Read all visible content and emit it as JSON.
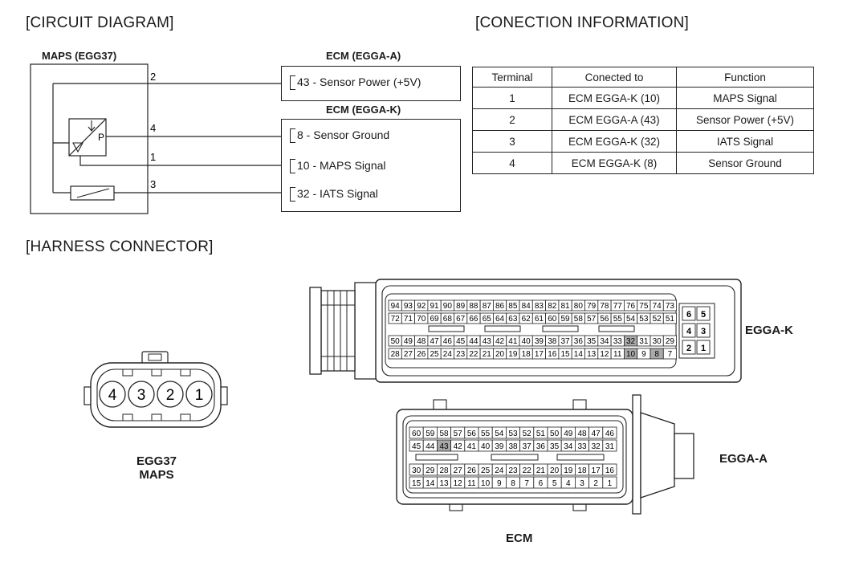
{
  "circuit": {
    "title": "[CIRCUIT DIAGRAM]",
    "maps_label": "MAPS (EGG37)",
    "sensor_letter": "P",
    "pins": [
      "2",
      "4",
      "1",
      "3"
    ],
    "ecm_a_label": "ECM (EGGA-A)",
    "ecm_a_rows": [
      "43 - Sensor Power (+5V)"
    ],
    "ecm_k_label": "ECM (EGGA-K)",
    "ecm_k_rows": [
      "8 - Sensor Ground",
      "10 - MAPS Signal",
      "32 - IATS Signal"
    ]
  },
  "connection": {
    "title": "[CONECTION INFORMATION]",
    "headers": [
      "Terminal",
      "Conected to",
      "Function"
    ],
    "rows": [
      [
        "1",
        "ECM EGGA-K (10)",
        "MAPS Signal"
      ],
      [
        "2",
        "ECM EGGA-A (43)",
        "Sensor Power (+5V)"
      ],
      [
        "3",
        "ECM EGGA-K (32)",
        "IATS Signal"
      ],
      [
        "4",
        "ECM EGGA-K (8)",
        "Sensor Ground"
      ]
    ]
  },
  "harness": {
    "title": "[HARNESS CONNECTOR]",
    "egg37": {
      "pins": [
        "4",
        "3",
        "2",
        "1"
      ],
      "label_line1": "EGG37",
      "label_line2": "MAPS"
    },
    "egga_k": {
      "label": "EGGA-K",
      "rows": [
        [
          "94",
          "93",
          "92",
          "91",
          "90",
          "89",
          "88",
          "87",
          "86",
          "85",
          "84",
          "83",
          "82",
          "81",
          "80",
          "79",
          "78",
          "77",
          "76",
          "75",
          "74",
          "73"
        ],
        [
          "72",
          "71",
          "70",
          "69",
          "68",
          "67",
          "66",
          "65",
          "64",
          "63",
          "62",
          "61",
          "60",
          "59",
          "58",
          "57",
          "56",
          "55",
          "54",
          "53",
          "52",
          "51"
        ],
        [
          "50",
          "49",
          "48",
          "47",
          "46",
          "45",
          "44",
          "43",
          "42",
          "41",
          "40",
          "39",
          "38",
          "37",
          "36",
          "35",
          "34",
          "33",
          "32",
          "31",
          "30",
          "29"
        ],
        [
          "28",
          "27",
          "26",
          "25",
          "24",
          "23",
          "22",
          "21",
          "20",
          "19",
          "18",
          "17",
          "16",
          "15",
          "14",
          "13",
          "12",
          "11",
          "10",
          "9",
          "8",
          "7"
        ]
      ],
      "side_pins": [
        [
          "6",
          "5"
        ],
        [
          "4",
          "3"
        ],
        [
          "2",
          "1"
        ]
      ],
      "highlighted": [
        "32",
        "10",
        "8"
      ]
    },
    "egga_a": {
      "label": "EGGA-A",
      "rows": [
        [
          "60",
          "59",
          "58",
          "57",
          "56",
          "55",
          "54",
          "53",
          "52",
          "51",
          "50",
          "49",
          "48",
          "47",
          "46"
        ],
        [
          "45",
          "44",
          "43",
          "42",
          "41",
          "40",
          "39",
          "38",
          "37",
          "36",
          "35",
          "34",
          "33",
          "32",
          "31"
        ],
        [
          "30",
          "29",
          "28",
          "27",
          "26",
          "25",
          "24",
          "23",
          "22",
          "21",
          "20",
          "19",
          "18",
          "17",
          "16"
        ],
        [
          "15",
          "14",
          "13",
          "12",
          "11",
          "10",
          "9",
          "8",
          "7",
          "6",
          "5",
          "4",
          "3",
          "2",
          "1"
        ]
      ],
      "highlighted": [
        "43"
      ]
    },
    "ecm_label": "ECM"
  },
  "colors": {
    "highlight": "#a9a9a9",
    "line": "#222222"
  }
}
